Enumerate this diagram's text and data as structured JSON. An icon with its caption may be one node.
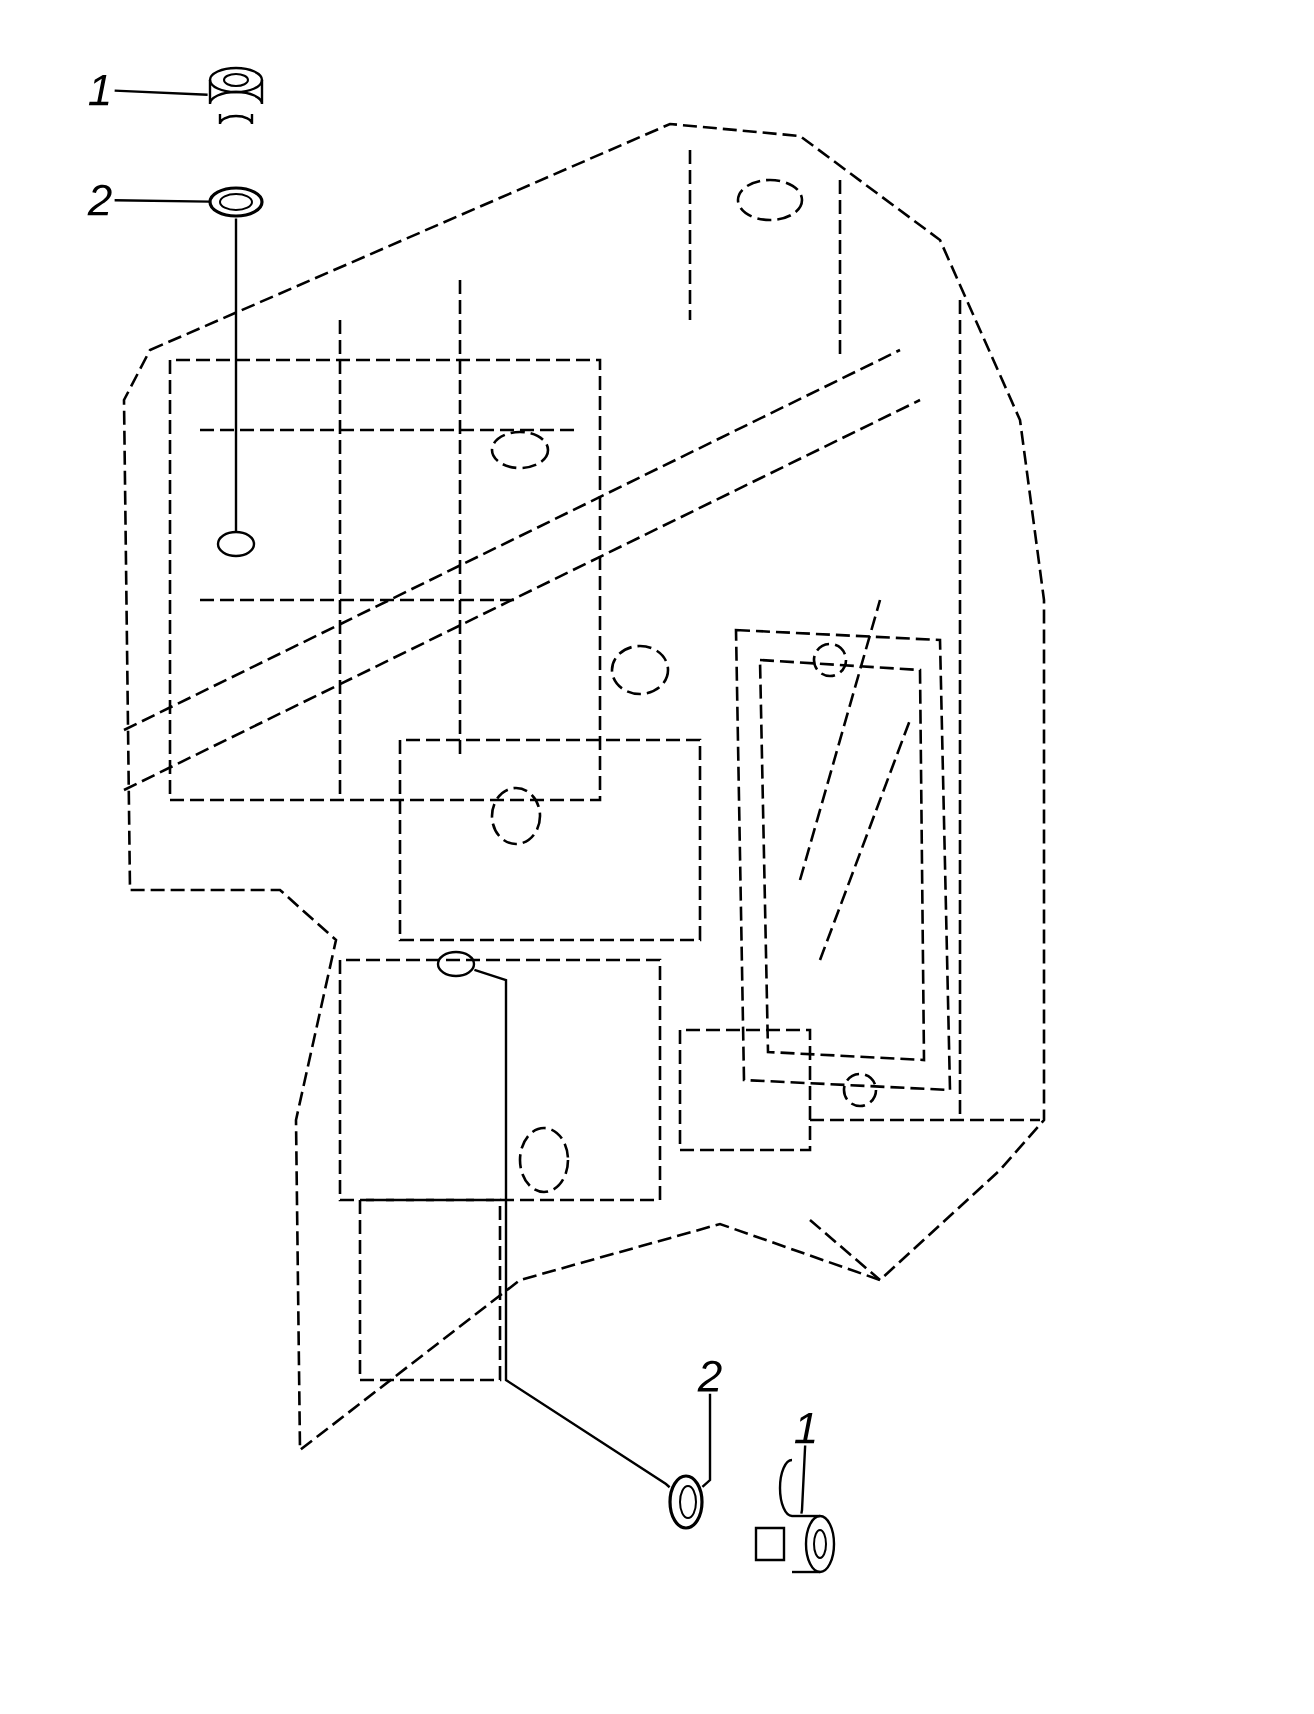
{
  "diagram": {
    "nodes": [
      {
        "text": [
          "1"
        ]
      },
      {
        "text": [],
        "shape": "picture"
      },
      {
        "text": [
          "2"
        ]
      },
      {
        "text": [],
        "shape": "picture"
      },
      {
        "text": [],
        "shape": "circle"
      },
      {
        "text": [],
        "shape": "circle"
      },
      {
        "text": [
          "2"
        ]
      },
      {
        "text": [
          "1"
        ]
      },
      {
        "text": [],
        "shape": "picture"
      },
      {
        "text": [],
        "shape": "picture"
      }
    ],
    "edges": [
      {
        "from": 0,
        "to": 1,
        "arrow": "none"
      },
      {
        "from": 2,
        "to": 3,
        "arrow": "none"
      },
      {
        "from": 3,
        "to": 4,
        "arrow": "none"
      },
      {
        "from": 6,
        "to": 8,
        "arrow": "none"
      },
      {
        "from": 7,
        "to": 9,
        "arrow": "none"
      },
      {
        "from": 5,
        "to": 8,
        "arrow": "none"
      }
    ]
  }
}
